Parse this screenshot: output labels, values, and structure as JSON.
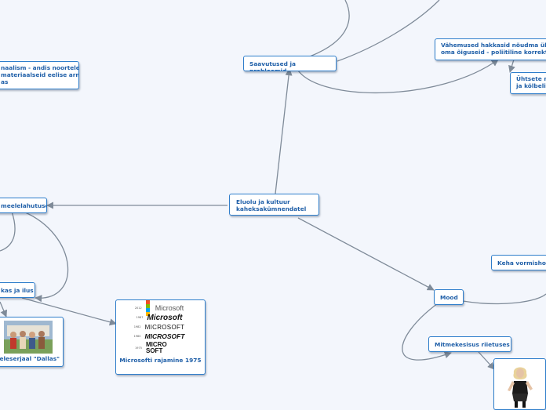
{
  "colors": {
    "background": "#f3f6fc",
    "node_border": "#2f7ecb",
    "node_text": "#1f5fa8",
    "connector": "#7f8b99",
    "ms_red": "#f25022",
    "ms_green": "#7fba00",
    "ms_blue": "#00a4ef",
    "ms_yellow": "#ffb900"
  },
  "nodes": {
    "center": {
      "line1": "Eluolu ja kultuur",
      "line2": "kaheksakümnendatel"
    },
    "achievements": {
      "label": "Saavutused ja probleemid"
    },
    "minorities": {
      "line1": "Vähemused hakkasid nõudma üha",
      "line2": "oma õiguseid - poliitiline korrekts"
    },
    "unity": {
      "line1": "Ühtsete n",
      "line2": "ja kõlbeli"
    },
    "materialism": {
      "line1": "naalism - andis noortele",
      "line2": "materiaalseid eelise arnedada",
      "line3": "as"
    },
    "entertainment": {
      "label": "meelelahutuses"
    },
    "wealth": {
      "label": "kas ja ilus"
    },
    "dallas": {
      "label": "eleserjaal \"Dallas\""
    },
    "microsoft": {
      "caption": "Microsofti rajamine 1975",
      "logos": [
        {
          "year": "2012",
          "word": "Microsoft"
        },
        {
          "year": "1987",
          "word": "Microsoft"
        },
        {
          "year": "1982",
          "word": "MICROSOFT"
        },
        {
          "year": "1980",
          "word": "MICROSOFT"
        },
        {
          "year": "1975",
          "word": "MICRO SOFT"
        }
      ]
    },
    "fashion": {
      "label": "Mood"
    },
    "body_shaping": {
      "label": "Keha vormishoi"
    },
    "clothing_variety": {
      "label": "Mitmekesisus riietuses"
    }
  },
  "icons": {
    "dallas_photo": "family-photo-icon",
    "fashion_photo": "fashion-figure-photo-icon",
    "ms_logo": "four-squares-logo-icon"
  }
}
